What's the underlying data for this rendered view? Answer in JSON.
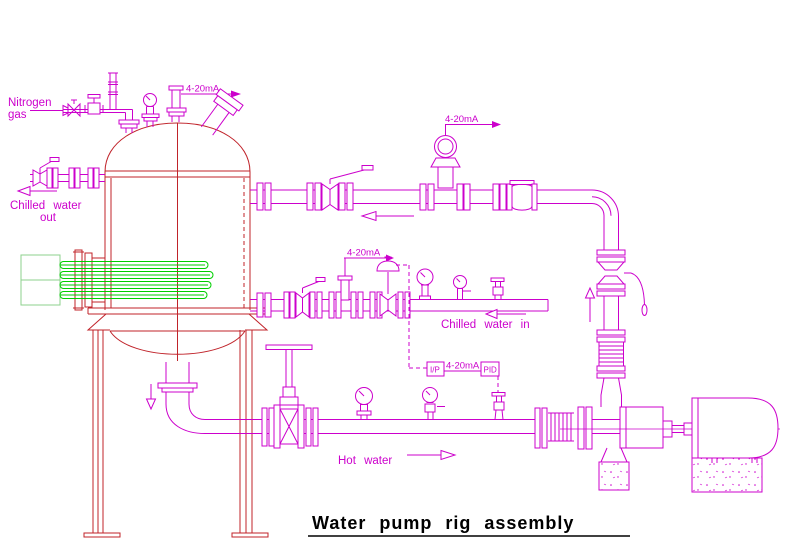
{
  "title": "Water pump rig assembly",
  "colors": {
    "piping": "#cc00cc",
    "vessel": "#c0232a",
    "heater_elements": "#00ce00",
    "heater_box": "#8dd08d",
    "title_text": "#000000"
  },
  "labels": {
    "nitrogen_line1": "Nitrogen",
    "nitrogen_line2": "gas",
    "chilled_out_line1": "Chilled water",
    "chilled_out_line2": "out",
    "chilled_water_in": "Chilled water in",
    "hot_water": "Hot water",
    "signal_level": "4-20mA",
    "signal_flow": "4-20mA",
    "signal_valve": "4-20mA",
    "signal_loop": "4-20mA",
    "ip_box": "I/P",
    "pid_box": "PID"
  }
}
